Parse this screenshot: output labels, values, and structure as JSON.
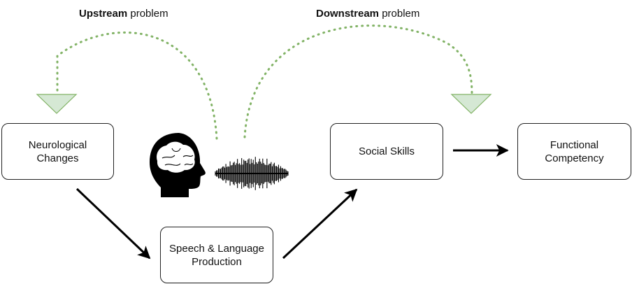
{
  "labels": {
    "upstream_bold": "Upstream",
    "upstream_rest": " problem",
    "downstream_bold": "Downstream",
    "downstream_rest": " problem"
  },
  "nodes": {
    "neurological": "Neurological\nChanges",
    "speech": "Speech & Language\nProduction",
    "social": "Social Skills",
    "functional": "Functional\nCompetency"
  },
  "icons": {
    "head": "head-with-brain-icon",
    "waveform": "audio-waveform-icon"
  },
  "colors": {
    "dotted_arc": "#82b366",
    "triangle_fill": "#d5e8d4",
    "arrow": "#000000"
  }
}
